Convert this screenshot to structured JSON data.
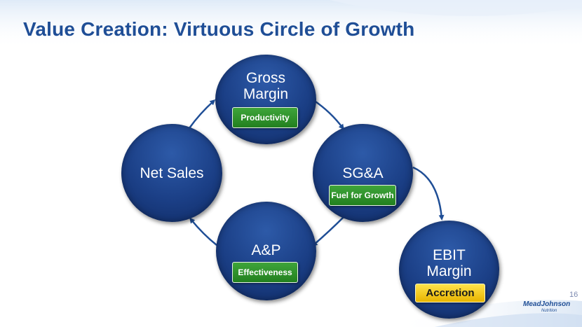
{
  "title": "Value Creation: Virtuous Circle of Growth",
  "nodes": {
    "gross_margin": {
      "line1": "Gross",
      "line2": "Margin",
      "badge": "Productivity"
    },
    "net_sales": {
      "label": "Net Sales"
    },
    "sga": {
      "label": "SG&A",
      "badge": "Fuel for Growth"
    },
    "ap": {
      "label": "A&P",
      "badge": "Effectiveness"
    },
    "ebit": {
      "line1": "EBIT",
      "line2": "Margin",
      "badge": "Accretion"
    }
  },
  "page_number": "16",
  "logo": {
    "brand": "MeadJohnson",
    "sub": "Nutrition"
  },
  "colors": {
    "title": "#1f4e96",
    "circle": "#1b3f86",
    "badge_green": "#2a8a25",
    "badge_gold": "#f2c200",
    "arrow": "#1f4e96"
  }
}
